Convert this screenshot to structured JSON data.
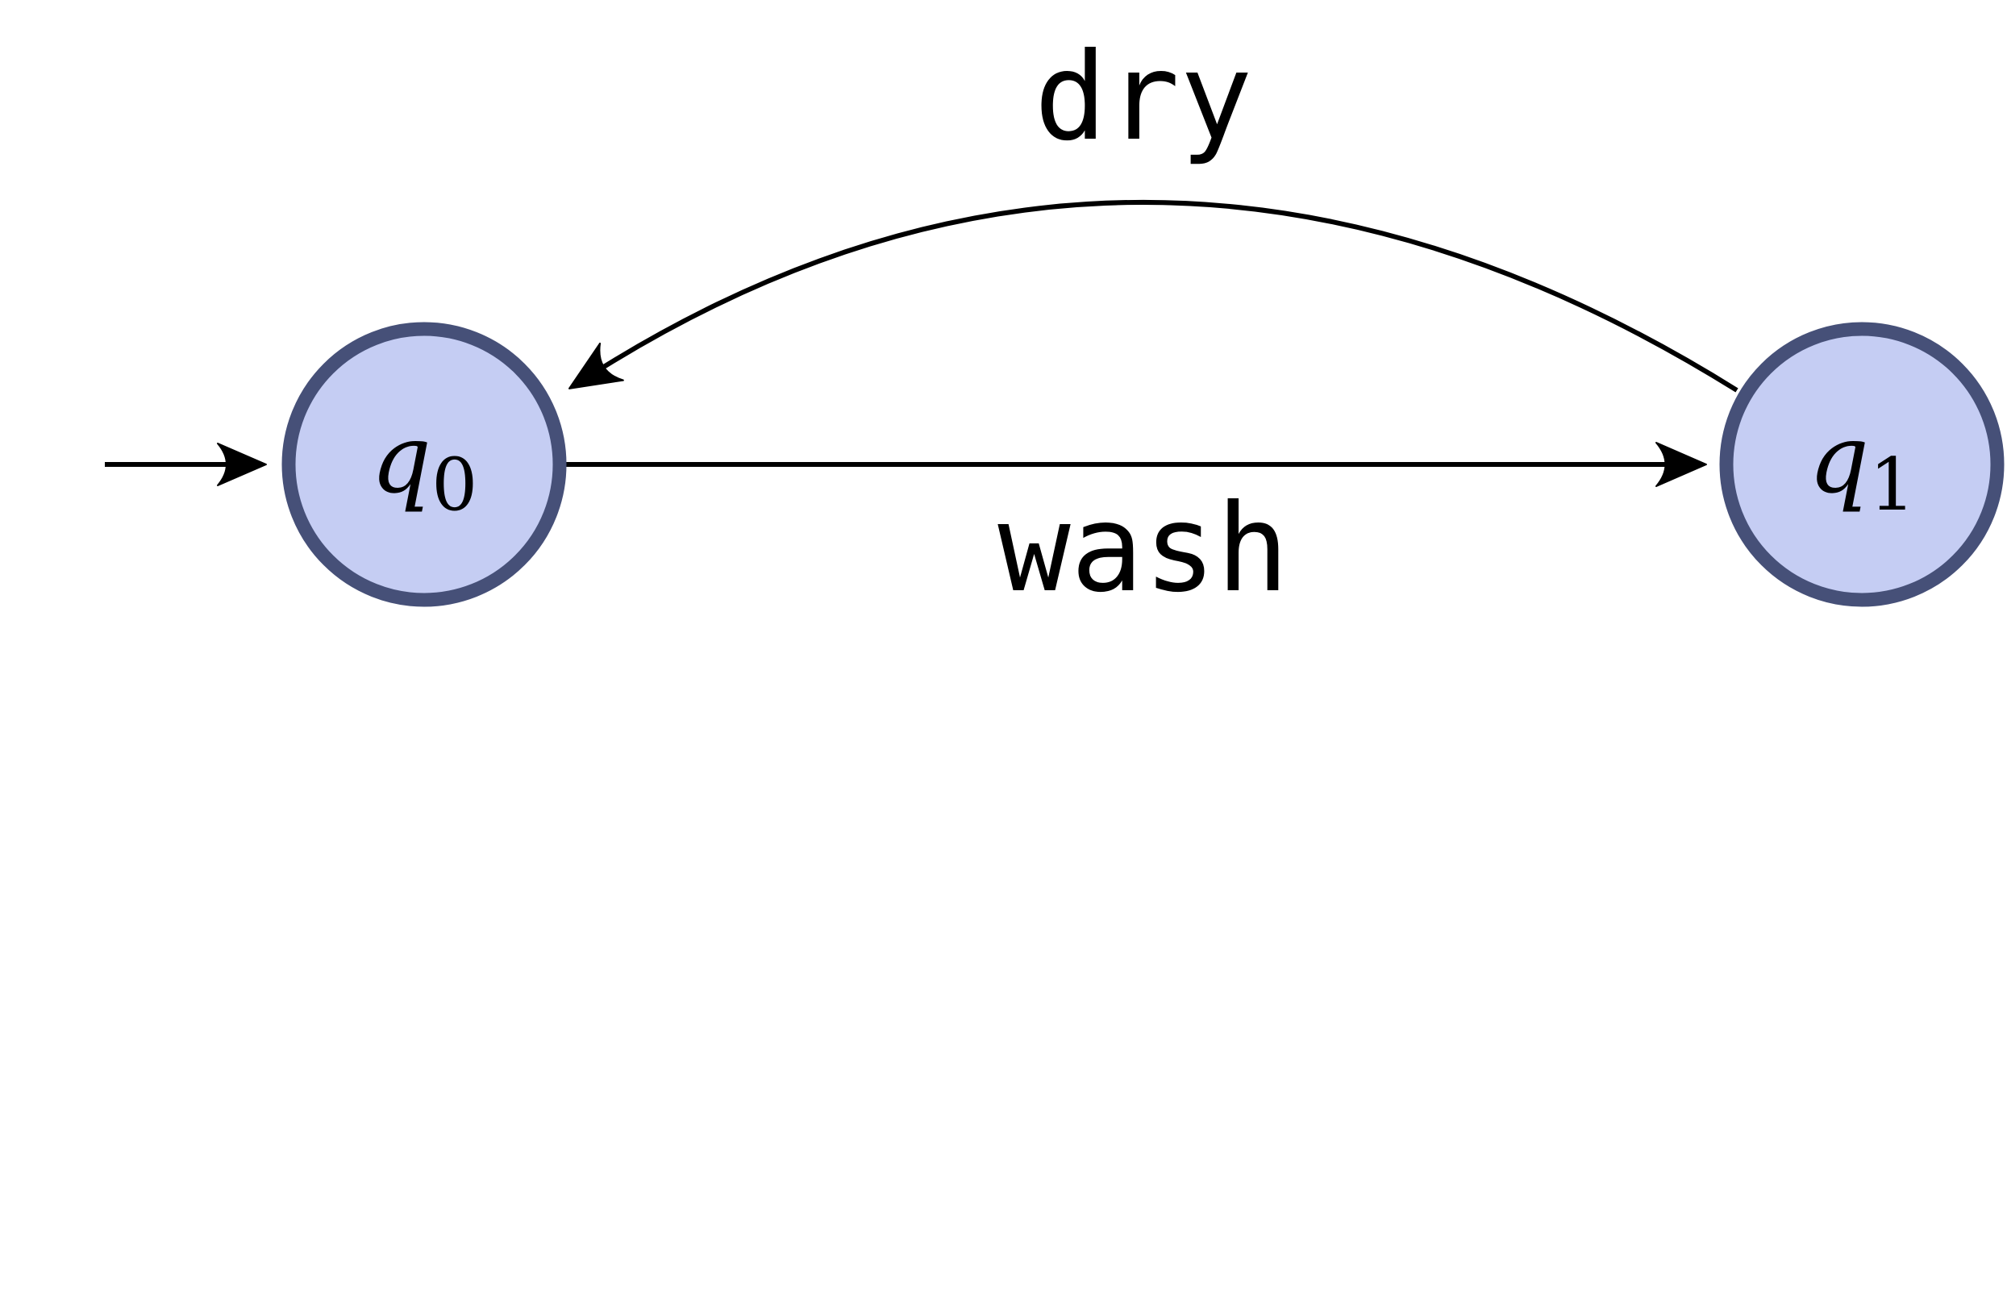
{
  "states": [
    {
      "id": "q0",
      "symbol": "q",
      "subscript": "0",
      "initial": true
    },
    {
      "id": "q1",
      "symbol": "q",
      "subscript": "1",
      "initial": false
    }
  ],
  "transitions": [
    {
      "from": "q0",
      "to": "q1",
      "label": "wash"
    },
    {
      "from": "q1",
      "to": "q0",
      "label": "dry"
    }
  ],
  "colors": {
    "state_fill": "#c5cdf3",
    "state_border": "#465078",
    "edge": "#000000"
  }
}
